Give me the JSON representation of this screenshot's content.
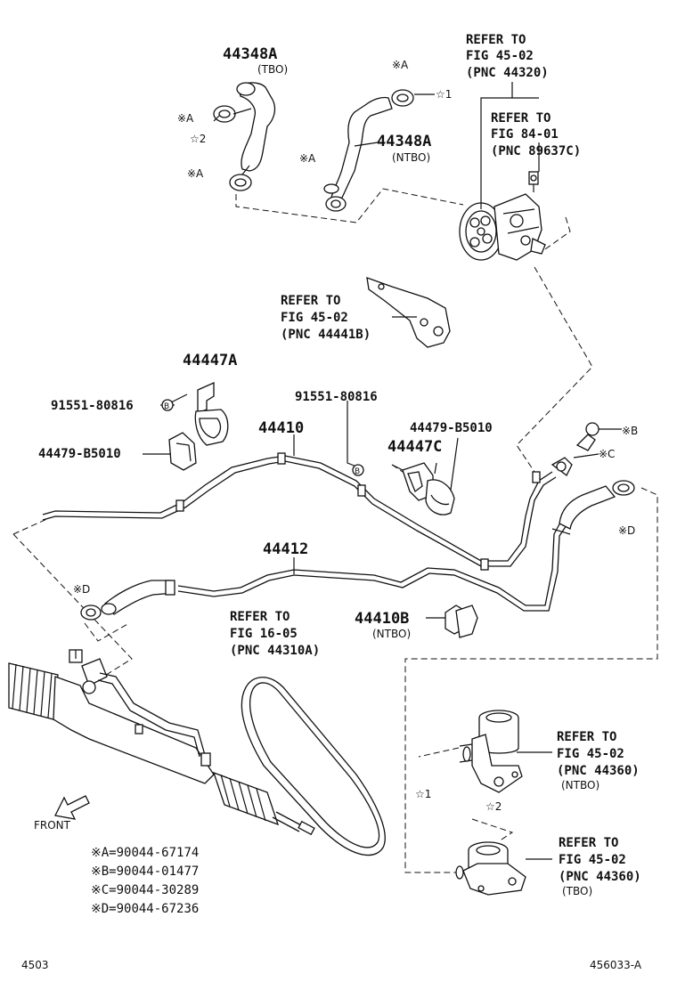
{
  "labels": {
    "hose_tbo_pn": "44348A",
    "hose_tbo_note": "(TBO)",
    "hose_ntbo_pn": "44348A",
    "hose_ntbo_note": "(NTBO)",
    "pump_ref": [
      "REFER TO",
      "FIG 45-02",
      "(PNC 44320)"
    ],
    "sensor_ref": [
      "REFER TO",
      "FIG 84-01",
      "(PNC 89637C)"
    ],
    "bracket_ref": [
      "REFER TO",
      "FIG 45-02",
      "(PNC 44441B)"
    ],
    "clamp_left_pn": "44447A",
    "bolt_left_pn": "91551-80816",
    "cushion_left_pn": "44479-B5010",
    "pressure_tube_pn": "44410",
    "bolt_mid_pn": "91551-80816",
    "cushion_right_pn": "44479-B5010",
    "clamp_right_pn": "44447C",
    "return_tube_pn": "44412",
    "clamp_ntbo_pn": "44410B",
    "clamp_ntbo_note": "(NTBO)",
    "belt_ref": [
      "REFER TO",
      "FIG 16-05",
      "(PNC 44310A)"
    ],
    "reservoir_ntbo_ref": [
      "REFER TO",
      "FIG 45-02",
      "(PNC 44360)"
    ],
    "reservoir_ntbo_note": "(NTBO)",
    "reservoir_tbo_ref": [
      "REFER TO",
      "FIG 45-02",
      "(PNC 44360)"
    ],
    "reservoir_tbo_note": "(TBO)",
    "front_label": "FRONT"
  },
  "callouts": {
    "a": "※A",
    "b": "※B",
    "c": "※C",
    "d": "※D",
    "star1": "☆1",
    "star2": "☆2",
    "circled_b": "B"
  },
  "legend": [
    "※A=90044-67174",
    "※B=90044-01477",
    "※C=90044-30289",
    "※D=90044-67236"
  ],
  "footer": {
    "left": "4503",
    "right": "456033-A"
  }
}
